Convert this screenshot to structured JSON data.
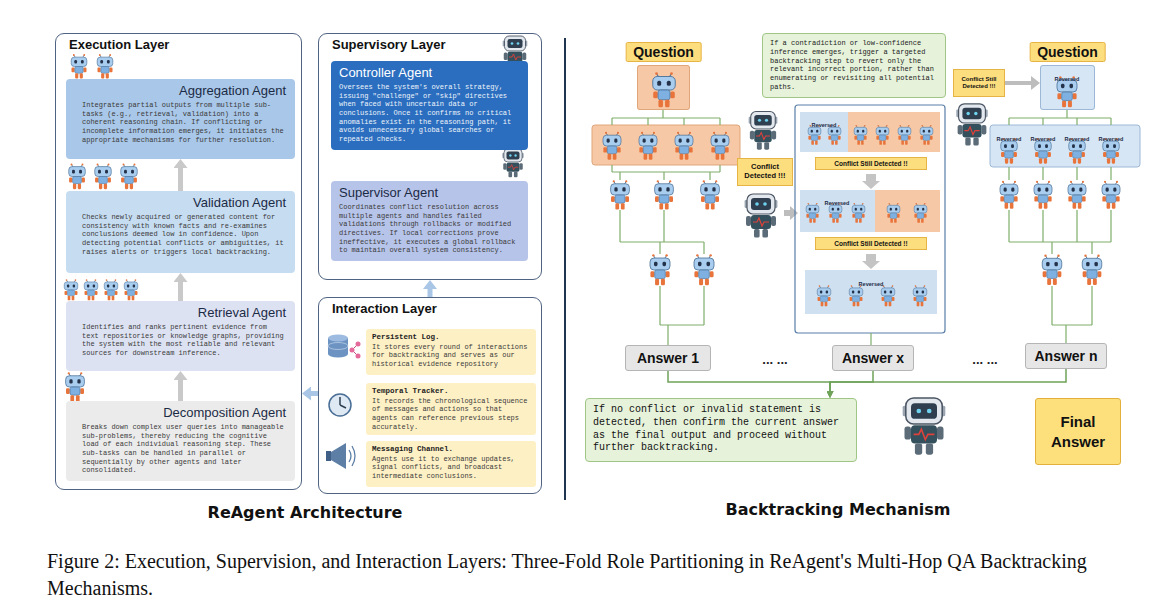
{
  "diagram": {
    "caption": "Figure 2: Execution, Supervision, and Interaction Layers: Three-Fold Role Partitioning in ReAgent's Multi-Hop QA Backtracking Mechanisms.",
    "nodes": [
      {
        "text": [
          "Execution Layer"
        ]
      },
      {
        "text": [
          "Aggregation Agent",
          "Integrates partial outputs from multiple sub-tasks (e.g., retrieval, validation) into a coherent reasoning chain. If conflicting or incomplete information emerges, it initiates the appropriate mechanisms for further resolution."
        ],
        "in": 0
      },
      {
        "text": [
          "Validation Agent",
          "Checks newly acquired or generated content for consistency with known facts and re-examines conclusions deemed low in confidence. Upon detecting potential conflicts or ambiguities, it raises alerts or triggers local backtracking."
        ],
        "in": 0
      },
      {
        "text": [
          "Retrieval Agent",
          "Identifies and ranks pertinent evidence from text repositories or knowledge graphs, providing the system with the most reliable and relevant sources for downstream inference."
        ],
        "in": 0
      },
      {
        "text": [
          "Decomposition Agent",
          "Breaks down complex user queries into manageable sub-problems, thereby reducing the cognitive load of each individual reasoning step. These sub-tasks can be handled in parallel or sequentially by other agents and later consolidated."
        ],
        "in": 0
      },
      {
        "text": [
          "Supervisory Layer"
        ]
      },
      {
        "text": [
          "Controller Agent",
          "Oversees the system's overall strategy, issuing \"challenge\" or \"skip\" directives when faced with uncertain data or conclusions. Once it confirms no critical anomalies exist in the reasoning path, it avoids unnecessary global searches or repeated checks."
        ],
        "in": 5
      },
      {
        "text": [
          "Supervisor Agent",
          "Coordinates conflict resolution across multiple agents and handles failed validations through rollbacks or modified directives. If local corrections prove ineffective, it executes a global rollback to maintain overall system consistency."
        ],
        "in": 5
      },
      {
        "text": [
          "Interaction Layer"
        ]
      },
      {
        "text": [
          "Persistent Log.",
          "It stores every round of interactions for backtracking and serves as our historical evidence repository"
        ],
        "in": 8
      },
      {
        "text": [
          "Temporal Tracker.",
          "It records the chronological sequence of messages and actions so that agents can reference previous steps accurately."
        ],
        "in": 8
      },
      {
        "text": [
          "Messaging Channel.",
          "Agents use it to exchange updates, signal conflicts, and broadcast intermediate conclusions."
        ],
        "in": 8
      },
      {
        "text": [
          "Question"
        ]
      },
      {
        "text": [
          "If a contradiction or low-confidence inference emerges, trigger a targeted backtracking step to revert only the relevant incorrect portion, rather than enumerating or revisiting all potential paths."
        ]
      },
      {
        "text": [
          "Conflict Detected !!!"
        ]
      },
      {
        "text": [
          "Conflict Still Detected !!"
        ]
      },
      {
        "text": [
          "Conflict Still Detected !!"
        ]
      },
      {
        "text": [
          "Conflict Still Detected !!!"
        ]
      },
      {
        "text": [
          "Question"
        ]
      },
      {
        "text": [
          "Answer 1"
        ]
      },
      {
        "text": [
          "Answer x"
        ]
      },
      {
        "text": [
          "Answer n"
        ]
      },
      {
        "text": [
          "If no conflict or invalid statement is detected, then confirm the current answer as the final output and proceed without further backtracking."
        ]
      },
      {
        "text": [
          "Final Answer"
        ]
      }
    ],
    "edges": [
      {
        "from": 4,
        "to": 3,
        "arrow": "to"
      },
      {
        "from": 3,
        "to": 2,
        "arrow": "to"
      },
      {
        "from": 2,
        "to": 1,
        "arrow": "to"
      },
      {
        "from": 8,
        "to": 5,
        "arrow": "to"
      },
      {
        "from": 8,
        "to": 0,
        "arrow": "to"
      },
      {
        "from": 17,
        "to": 18,
        "arrow": "to"
      },
      {
        "from": 19,
        "to": 22,
        "arrow": "to"
      },
      {
        "from": 20,
        "to": 22,
        "arrow": "to"
      },
      {
        "from": 21,
        "to": 22,
        "arrow": "to"
      }
    ],
    "labels": [
      "Reversed",
      "Reversed",
      "Reversed",
      "Reversed",
      "Reversed",
      "Reversed",
      "Reversed",
      "Reversed",
      "... ...",
      "... ...",
      "ReAgent Architecture",
      "Backtracking Mechanism"
    ]
  }
}
